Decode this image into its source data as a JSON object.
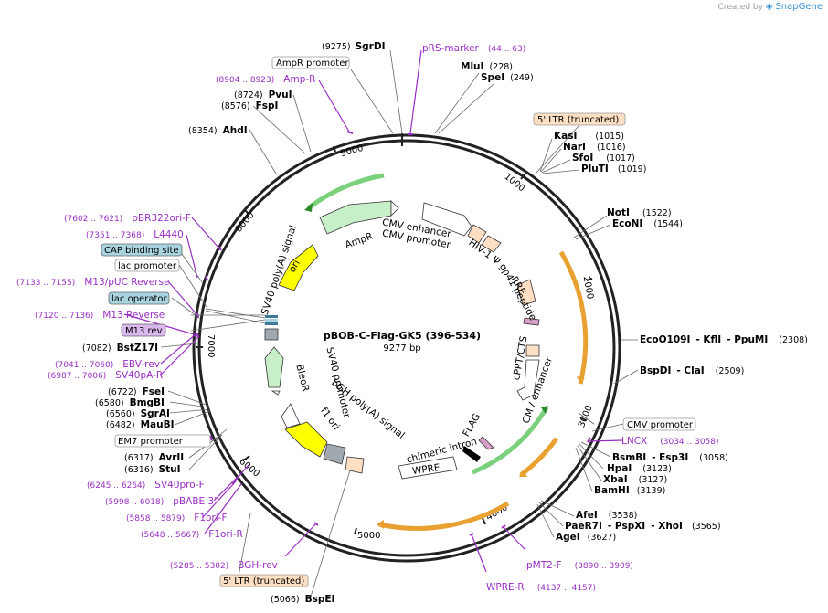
{
  "credit": {
    "prefix": "Created by",
    "brand": "SnapGene"
  },
  "plasmid": {
    "name": "pBOB-C-Flag-GK5 (396-534)",
    "size_label": "9277 bp"
  },
  "ticks": [
    "1000",
    "2000",
    "3000",
    "4000",
    "5000",
    "6000",
    "7000",
    "8000",
    "9000"
  ],
  "enzymes": [
    {
      "coord": "(9275)",
      "name": "SgrDI"
    },
    {
      "name": "MluI",
      "coord": "(228)"
    },
    {
      "name": "SpeI",
      "coord": "(249)"
    },
    {
      "name": "KasI",
      "coord": "(1015)"
    },
    {
      "name": "NarI",
      "coord": "(1016)"
    },
    {
      "name": "SfoI",
      "coord": "(1017)"
    },
    {
      "name": "PluTI",
      "coord": "(1019)"
    },
    {
      "name": "NotI",
      "coord": "(1522)"
    },
    {
      "name": "EcoNI",
      "coord": "(1544)"
    },
    {
      "name": "EcoO109I",
      "sep1": "- KflI",
      "sep2": "- PpuMI",
      "coord": "(2308)"
    },
    {
      "name": "BspDI",
      "sep1": "- ClaI",
      "coord": "(2509)"
    },
    {
      "name": "BsmBI",
      "sep1": "- Esp3I",
      "coord": "(3058)"
    },
    {
      "name": "HpaI",
      "coord": "(3123)"
    },
    {
      "name": "XbaI",
      "coord": "(3127)"
    },
    {
      "name": "BamHI",
      "coord": "(3139)"
    },
    {
      "name": "AfeI",
      "coord": "(3538)"
    },
    {
      "name": "PaeR7I",
      "sep1": "- PspXI",
      "sep2": "- XhoI",
      "coord": "(3565)"
    },
    {
      "name": "AgeI",
      "coord": "(3627)"
    },
    {
      "coord": "(5066)",
      "name": "BspEI"
    },
    {
      "coord": "(6316)",
      "name": "StuI"
    },
    {
      "coord": "(6317)",
      "name": "AvrII"
    },
    {
      "coord": "(6482)",
      "name": "MauBI"
    },
    {
      "coord": "(6560)",
      "name": "SgrAI"
    },
    {
      "coord": "(6580)",
      "name": "BmgBI"
    },
    {
      "coord": "(6722)",
      "name": "FseI"
    },
    {
      "coord": "(7082)",
      "name": "BstZ17I"
    },
    {
      "coord": "(8354)",
      "name": "AhdI"
    },
    {
      "coord": "(8576)",
      "name": "FspI"
    },
    {
      "coord": "(8724)",
      "name": "PvuI"
    }
  ],
  "primers": [
    {
      "name": "pRS-marker",
      "coord": "(44 .. 63)"
    },
    {
      "coord": "(8904 .. 8923)",
      "name": "Amp-R"
    },
    {
      "coord": "(7602 .. 7621)",
      "name": "pBR322ori-F"
    },
    {
      "coord": "(7351 .. 7368)",
      "name": "L4440"
    },
    {
      "coord": "(7133 .. 7155)",
      "name": "M13/pUC Reverse"
    },
    {
      "coord": "(7120 .. 7136)",
      "name": "M13 Reverse"
    },
    {
      "coord": "(7041 .. 7060)",
      "name": "EBV-rev"
    },
    {
      "coord": "(6987 .. 7006)",
      "name": "SV40pA-R"
    },
    {
      "coord": "(6245 .. 6264)",
      "name": "SV40pro-F"
    },
    {
      "coord": "(5998 .. 6018)",
      "name": "pBABE 3'"
    },
    {
      "coord": "(5858 .. 5879)",
      "name": "F1ori-F"
    },
    {
      "coord": "(5648 .. 5667)",
      "name": "F1ori-R"
    },
    {
      "coord": "(5285 .. 5302)",
      "name": "BGH-rev"
    },
    {
      "name": "LNCX",
      "coord": "(3034 .. 3058)"
    },
    {
      "name": "pMT2-F",
      "coord": "(3890 .. 3909)"
    },
    {
      "name": "WPRE-R",
      "coord": "(4137 .. 4157)"
    }
  ],
  "boxed_labels": {
    "ampr_promoter": "AmpR promoter",
    "ltr_top": "5' LTR (truncated)",
    "cap_site": "CAP binding site",
    "lac_promoter": "lac promoter",
    "lac_operator": "lac operator",
    "m13_rev": "M13 rev",
    "em7_promoter": "EM7 promoter",
    "ltr_bottom": "5' LTR (truncated)",
    "cmv_promoter": "CMV promoter"
  },
  "features": {
    "ampr": "AmpR",
    "cmv_enhancer": "CMV enhancer",
    "cmv_promoter": "CMV promoter",
    "hiv_psi": "HIV-1 Ψ",
    "gp41": "gp41 peptide",
    "rre": "RRE",
    "cppt": "cPPT/CTS",
    "cmv_enhancer2": "CMV enhancer",
    "flag": "FLAG",
    "chimeric_intron": "chimeric intron",
    "wpre": "WPRE",
    "bgh": "bGH poly(A) signal",
    "f1ori": "f1 ori",
    "sv40_promoter": "SV40 promoter",
    "bleor": "BleoR",
    "sv40_polya": "SV40 poly(A) signal",
    "ori": "ori"
  },
  "colors": {
    "primer": "#9a2fc4",
    "orange_box": "#fde0c4",
    "blue_box": "#a8d4e0",
    "purple_box": "#d9b8ec",
    "green_arrow": "#c8f0c8",
    "yellow": "#ffff00",
    "gold_arc": "#e8a030"
  }
}
